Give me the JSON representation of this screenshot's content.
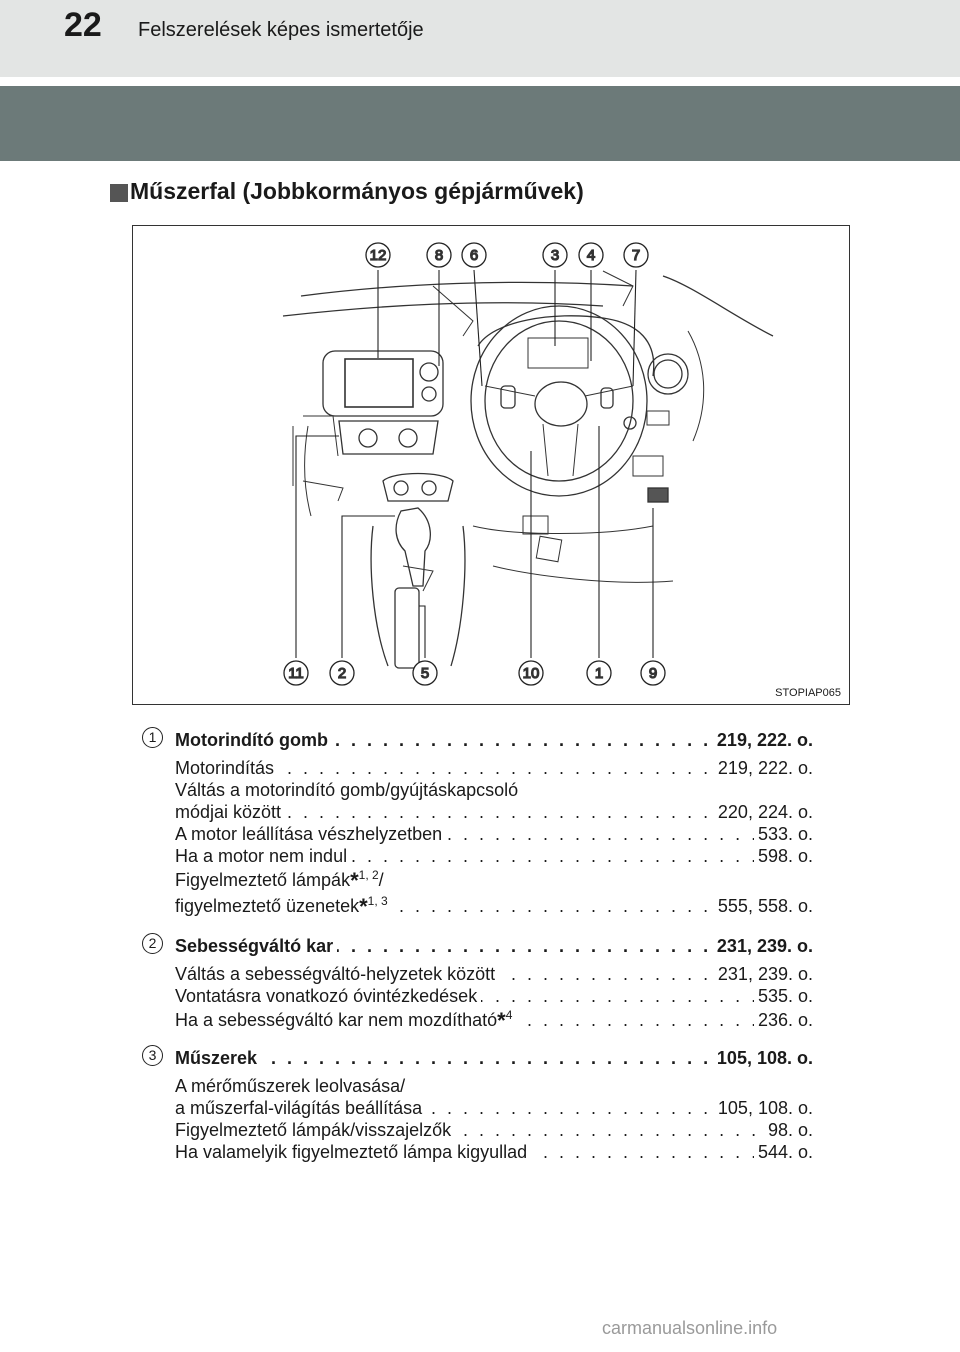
{
  "header": {
    "page_number": "22",
    "title": "Felszerelések képes ismertetője"
  },
  "section": {
    "title": "Műszerfal (Jobbkormányos gépjárművek)"
  },
  "figure": {
    "code": "STOPIAP065",
    "callouts_top": [
      "12",
      "8",
      "6",
      "3",
      "4",
      "7"
    ],
    "callouts_bottom": [
      "11",
      "2",
      "5",
      "10",
      "1",
      "9"
    ]
  },
  "entries": [
    {
      "num": "1",
      "head": {
        "text": "Motorindító gomb",
        "page": "219, 222. o."
      },
      "rows": [
        {
          "text": "Motorindítás",
          "page": "219, 222. o."
        },
        {
          "text": "Váltás a motorindító gomb/gyújtáskapcsoló",
          "page": ""
        },
        {
          "text": "módjai között",
          "page": "220, 224. o."
        },
        {
          "text": "A motor leállítása vészhelyzetben",
          "page": "533. o."
        },
        {
          "text": "Ha a motor nem indul",
          "page": "598. o."
        },
        {
          "text": "Figyelmeztető lámpák",
          "sup": "1, 2",
          "after": "/",
          "page": ""
        },
        {
          "text": "figyelmeztető üzenetek",
          "sup": "1, 3",
          "page": "555, 558. o."
        }
      ]
    },
    {
      "num": "2",
      "head": {
        "text": "Sebességváltó kar",
        "page": "231, 239. o."
      },
      "rows": [
        {
          "text": "Váltás a sebességváltó-helyzetek között",
          "page": "231, 239. o."
        },
        {
          "text": "Vontatásra vonatkozó óvintézkedések",
          "page": "535. o."
        },
        {
          "text": "Ha a sebességváltó kar nem mozdítható",
          "sup": "4",
          "page": "236. o."
        }
      ]
    },
    {
      "num": "3",
      "head": {
        "text": "Műszerek",
        "page": "105, 108. o."
      },
      "rows": [
        {
          "text": "A mérőműszerek leolvasása/",
          "page": ""
        },
        {
          "text": "a műszerfal-világítás beállítása",
          "page": "105, 108. o."
        },
        {
          "text": "Figyelmeztető lámpák/visszajelzők",
          "page": "98. o."
        },
        {
          "text": "Ha valamelyik figyelmeztető lámpa kigyullad",
          "page": "544. o."
        }
      ]
    }
  ],
  "footer": {
    "watermark": "carmanualsonline.info"
  }
}
